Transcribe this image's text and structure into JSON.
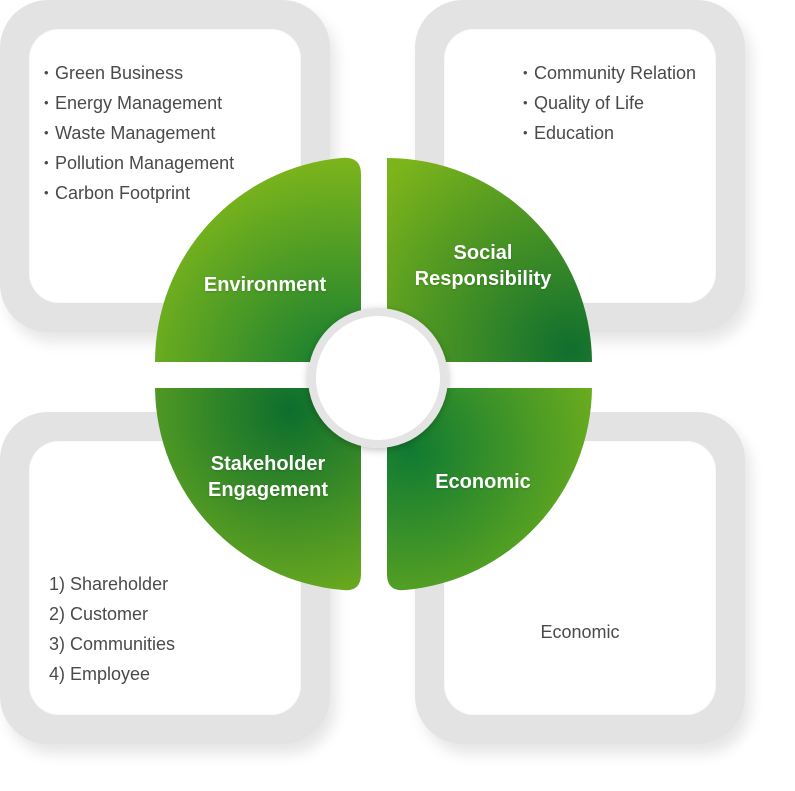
{
  "environment": {
    "title": "Environment",
    "items": [
      "Green Business",
      "Energy Management",
      "Waste Management",
      "Pollution Management",
      "Carbon Footprint"
    ]
  },
  "social": {
    "title_line1": "Social",
    "title_line2": "Responsibility",
    "items": [
      "Community Relation",
      "Quality of Life",
      "Education"
    ]
  },
  "stakeholder": {
    "title_line1": "Stakeholder",
    "title_line2": "Engagement",
    "items": [
      "1) Shareholder",
      "2) Customer",
      "3) Communities",
      "4) Employee"
    ]
  },
  "economic": {
    "title": "Economic",
    "text": "Economic"
  },
  "colors": {
    "green_dark": "#0f7a32",
    "green_light": "#7fb51a",
    "card_border": "#e3e3e3",
    "text": "#4a4a4a"
  }
}
